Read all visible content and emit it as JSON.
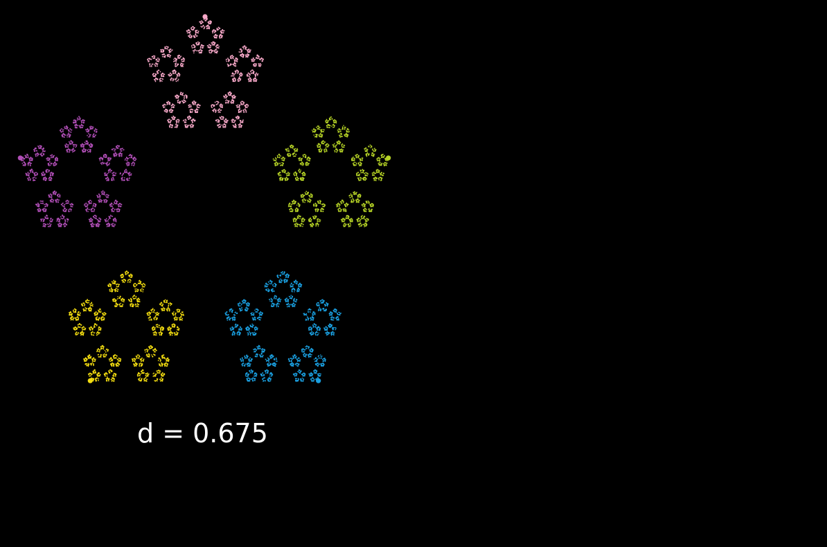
{
  "label": "d = 0.675",
  "fractals": [
    {
      "id": "pink",
      "color": "#f7a8c8",
      "dot_vertex": 0,
      "shade": "#f7a8c8"
    },
    {
      "id": "purple",
      "color": "#b04eb6",
      "dot_vertex": 4,
      "shade": "#b04eb6"
    },
    {
      "id": "lime",
      "color": "#b5d226",
      "dot_vertex": 1,
      "shade": "#b5d226"
    },
    {
      "id": "yellow",
      "color": "#f2dc10",
      "dot_vertex": 3,
      "shade": "#f2dc10"
    },
    {
      "id": "blue",
      "color": "#1a9fe0",
      "dot_vertex": 2,
      "shade": "#1a9fe0"
    }
  ]
}
